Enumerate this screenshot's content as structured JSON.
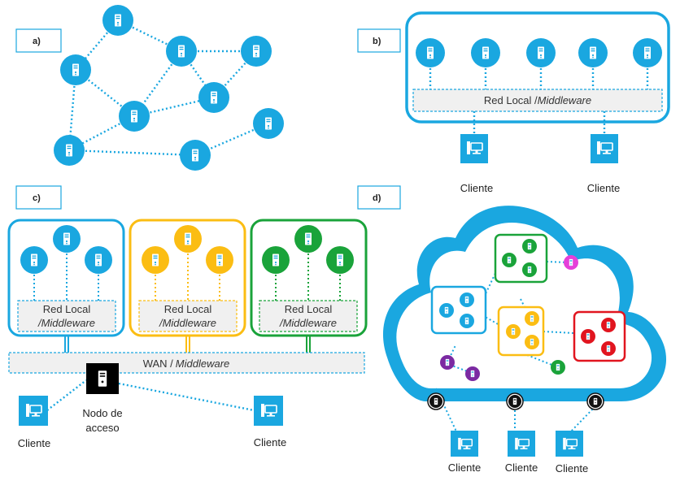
{
  "labels": {
    "a": "a)",
    "b": "b)",
    "c": "c)",
    "d": "d)"
  },
  "panel_b": {
    "network_text": "Red Local /",
    "network_text_italic": "Middleware",
    "clients": [
      "Cliente",
      "Cliente"
    ]
  },
  "panel_c": {
    "cluster_network_line1": "Red Local",
    "cluster_network_line2": "/Middleware",
    "wan_text": "WAN /",
    "wan_text_italic": "Middleware",
    "access_node_line1": "Nodo de",
    "access_node_line2": "acceso",
    "clients": [
      "Cliente",
      "Cliente"
    ]
  },
  "panel_d": {
    "clients": [
      "Cliente",
      "Cliente",
      "Cliente"
    ]
  },
  "colors": {
    "blue": "#1aa7e0",
    "yellow": "#fbbd13",
    "green": "#1aa33a",
    "red": "#e1151f",
    "purple": "#7b2aa2",
    "pink": "#e53fd9",
    "black": "#111111",
    "network_fill": "#f0f0f0"
  },
  "icon_names": [
    "server-icon",
    "client-computer-icon",
    "cloud-icon"
  ]
}
